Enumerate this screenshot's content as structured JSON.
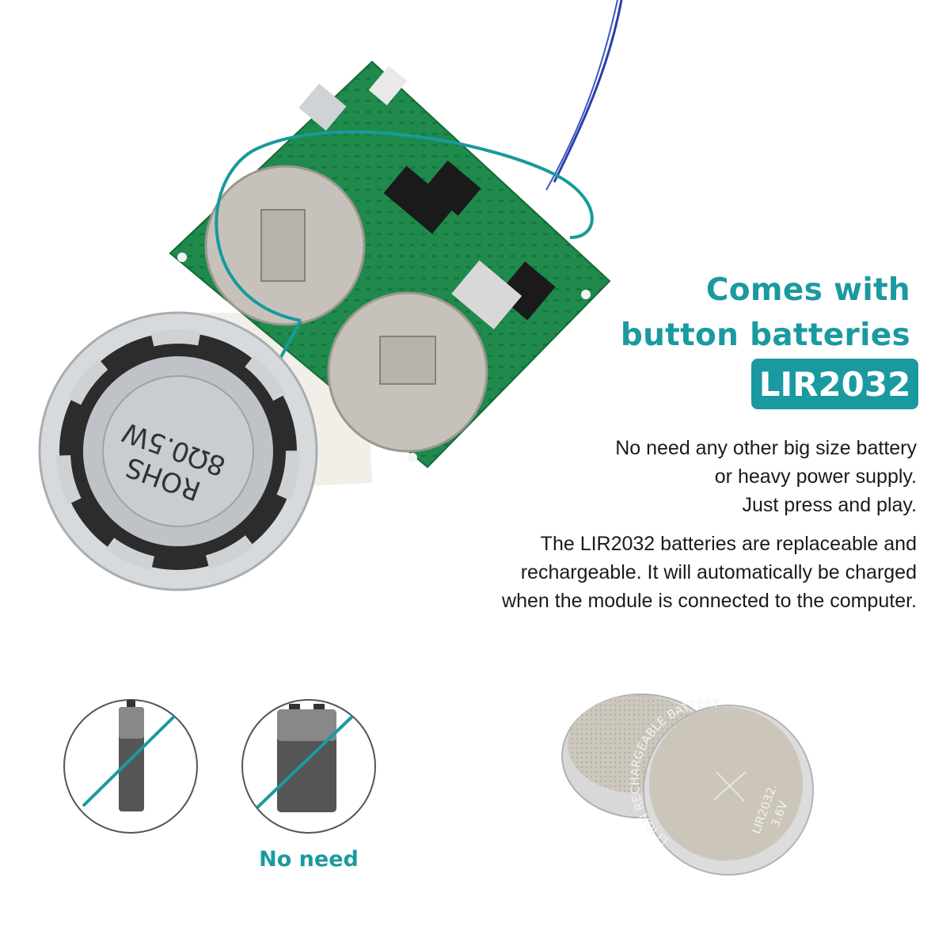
{
  "heading": {
    "line1": "Comes with",
    "line2": "button batteries",
    "badge": "LIR2032"
  },
  "description": {
    "paragraph1": [
      "No need any other big size battery",
      "or heavy power supply.",
      "Just press and play."
    ],
    "paragraph2": [
      "The LIR2032 batteries are replaceable and",
      "rechargeable. It will automatically be charged",
      "when the module is connected to the computer."
    ]
  },
  "no_need_label": "No need",
  "speaker_marking": [
    "ROHS",
    "8Ω0.5W"
  ],
  "coin_cell_marking": {
    "arc_text": "LI ION RECHARGEABLE BATTERY",
    "model": "LIR2032.",
    "voltage": "3.6V"
  },
  "colors": {
    "accent": "#1a9aa0",
    "pcb": "#1f8a4c",
    "text": "#1b1b1b"
  },
  "icons": [
    "pcb-module-image",
    "speaker-image",
    "aa-battery-crossed-icon",
    "9v-battery-crossed-icon",
    "coin-cell-batteries-image"
  ]
}
